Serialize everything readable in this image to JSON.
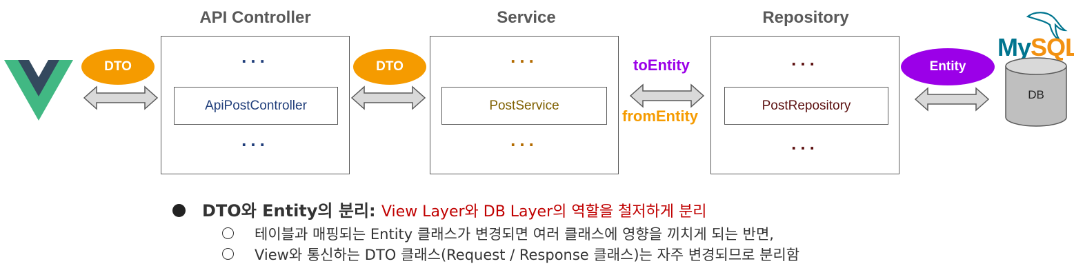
{
  "layers": {
    "controller": {
      "title": "API Controller",
      "component": "ApiPostController",
      "dots": "...",
      "color": "#1f3d7a"
    },
    "service": {
      "title": "Service",
      "component": "PostService",
      "dots": "...",
      "color": "#7f6000"
    },
    "repository": {
      "title": "Repository",
      "component": "PostRepository",
      "dots": "...",
      "color": "#5c1010"
    }
  },
  "connectors": {
    "view_to_controller": {
      "label": "DTO",
      "color": "#f59b00"
    },
    "controller_to_service": {
      "label": "DTO",
      "color": "#f59b00"
    },
    "service_to_repository": {
      "to_label": "toEntity",
      "to_color": "#9b00e8",
      "from_label": "fromEntity",
      "from_color": "#f59b00"
    },
    "repository_to_db": {
      "label": "Entity",
      "color": "#9b00e8"
    }
  },
  "db": {
    "label": "DB",
    "logo_text_my": "My",
    "logo_text_sql": "SQL",
    "logo_color_my": "#00758f",
    "logo_color_sql": "#f29111"
  },
  "vue_logo": {
    "outer_color": "#41b883",
    "inner_color": "#34495e",
    "icon": "vue-logo-icon"
  },
  "notes": {
    "heading_prefix": "DTO와 Entity의 분리: ",
    "heading_highlight": "View Layer와 DB Layer의 역할을 철저하게 분리",
    "highlight_color": "#c00000",
    "items": [
      "테이블과 매핑되는 Entity 클래스가 변경되면 여러 클래스에 영향을 끼치게 되는 반면,",
      "View와 통신하는 DTO 클래스(Request / Response 클래스)는 자주 변경되므로 분리함"
    ]
  }
}
